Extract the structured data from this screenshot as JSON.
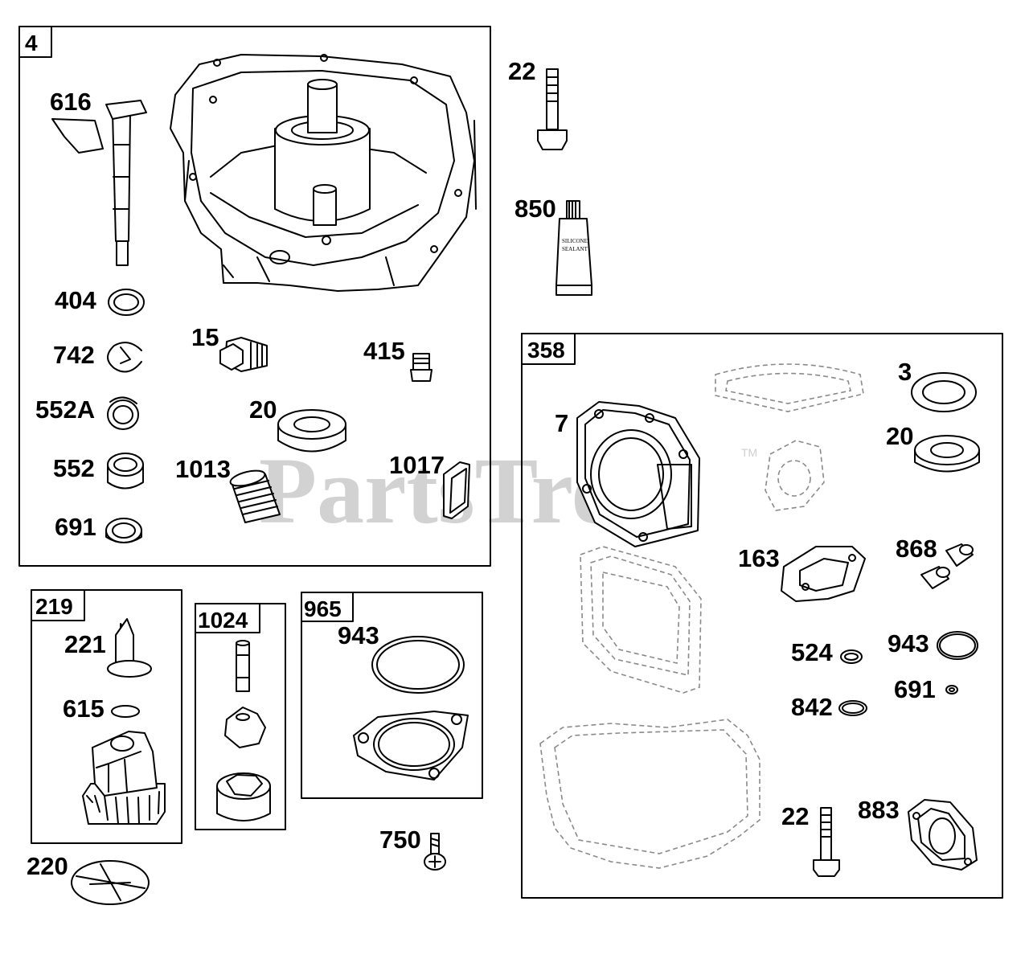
{
  "watermark": {
    "brand": "PartsTree",
    "trademark": "TM"
  },
  "tube_text": {
    "line1": "SILICONE",
    "line2": "SEALANT"
  },
  "groups": {
    "g4": "4",
    "g358": "358",
    "g219": "219",
    "g1024": "1024",
    "g965": "965"
  },
  "labels": {
    "l616": "616",
    "l404": "404",
    "l742": "742",
    "l552A": "552A",
    "l552": "552",
    "l691a": "691",
    "l15": "15",
    "l415": "415",
    "l20a": "20",
    "l1013": "1013",
    "l1017": "1017",
    "l22a": "22",
    "l850": "850",
    "l3": "3",
    "l7": "7",
    "l20b": "20",
    "l163": "163",
    "l868": "868",
    "l524": "524",
    "l943b": "943",
    "l842": "842",
    "l691b": "691",
    "l22b": "22",
    "l883": "883",
    "l221": "221",
    "l615": "615",
    "l220": "220",
    "l943a": "943",
    "l750": "750"
  }
}
